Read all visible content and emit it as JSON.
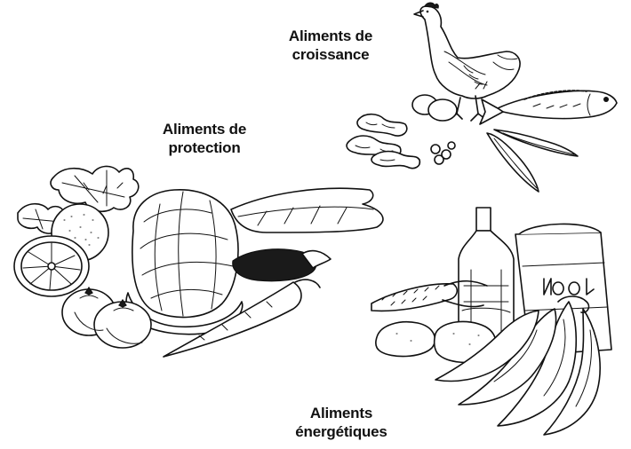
{
  "groups": {
    "growth": {
      "line1": "Aliments de",
      "line2": "croissance"
    },
    "protection": {
      "line1": "Aliments de",
      "line2": "protection"
    },
    "energy": {
      "line1": "Aliments",
      "line2": "énergétiques"
    }
  },
  "colors": {
    "ink": "#111111",
    "background": "#ffffff"
  }
}
